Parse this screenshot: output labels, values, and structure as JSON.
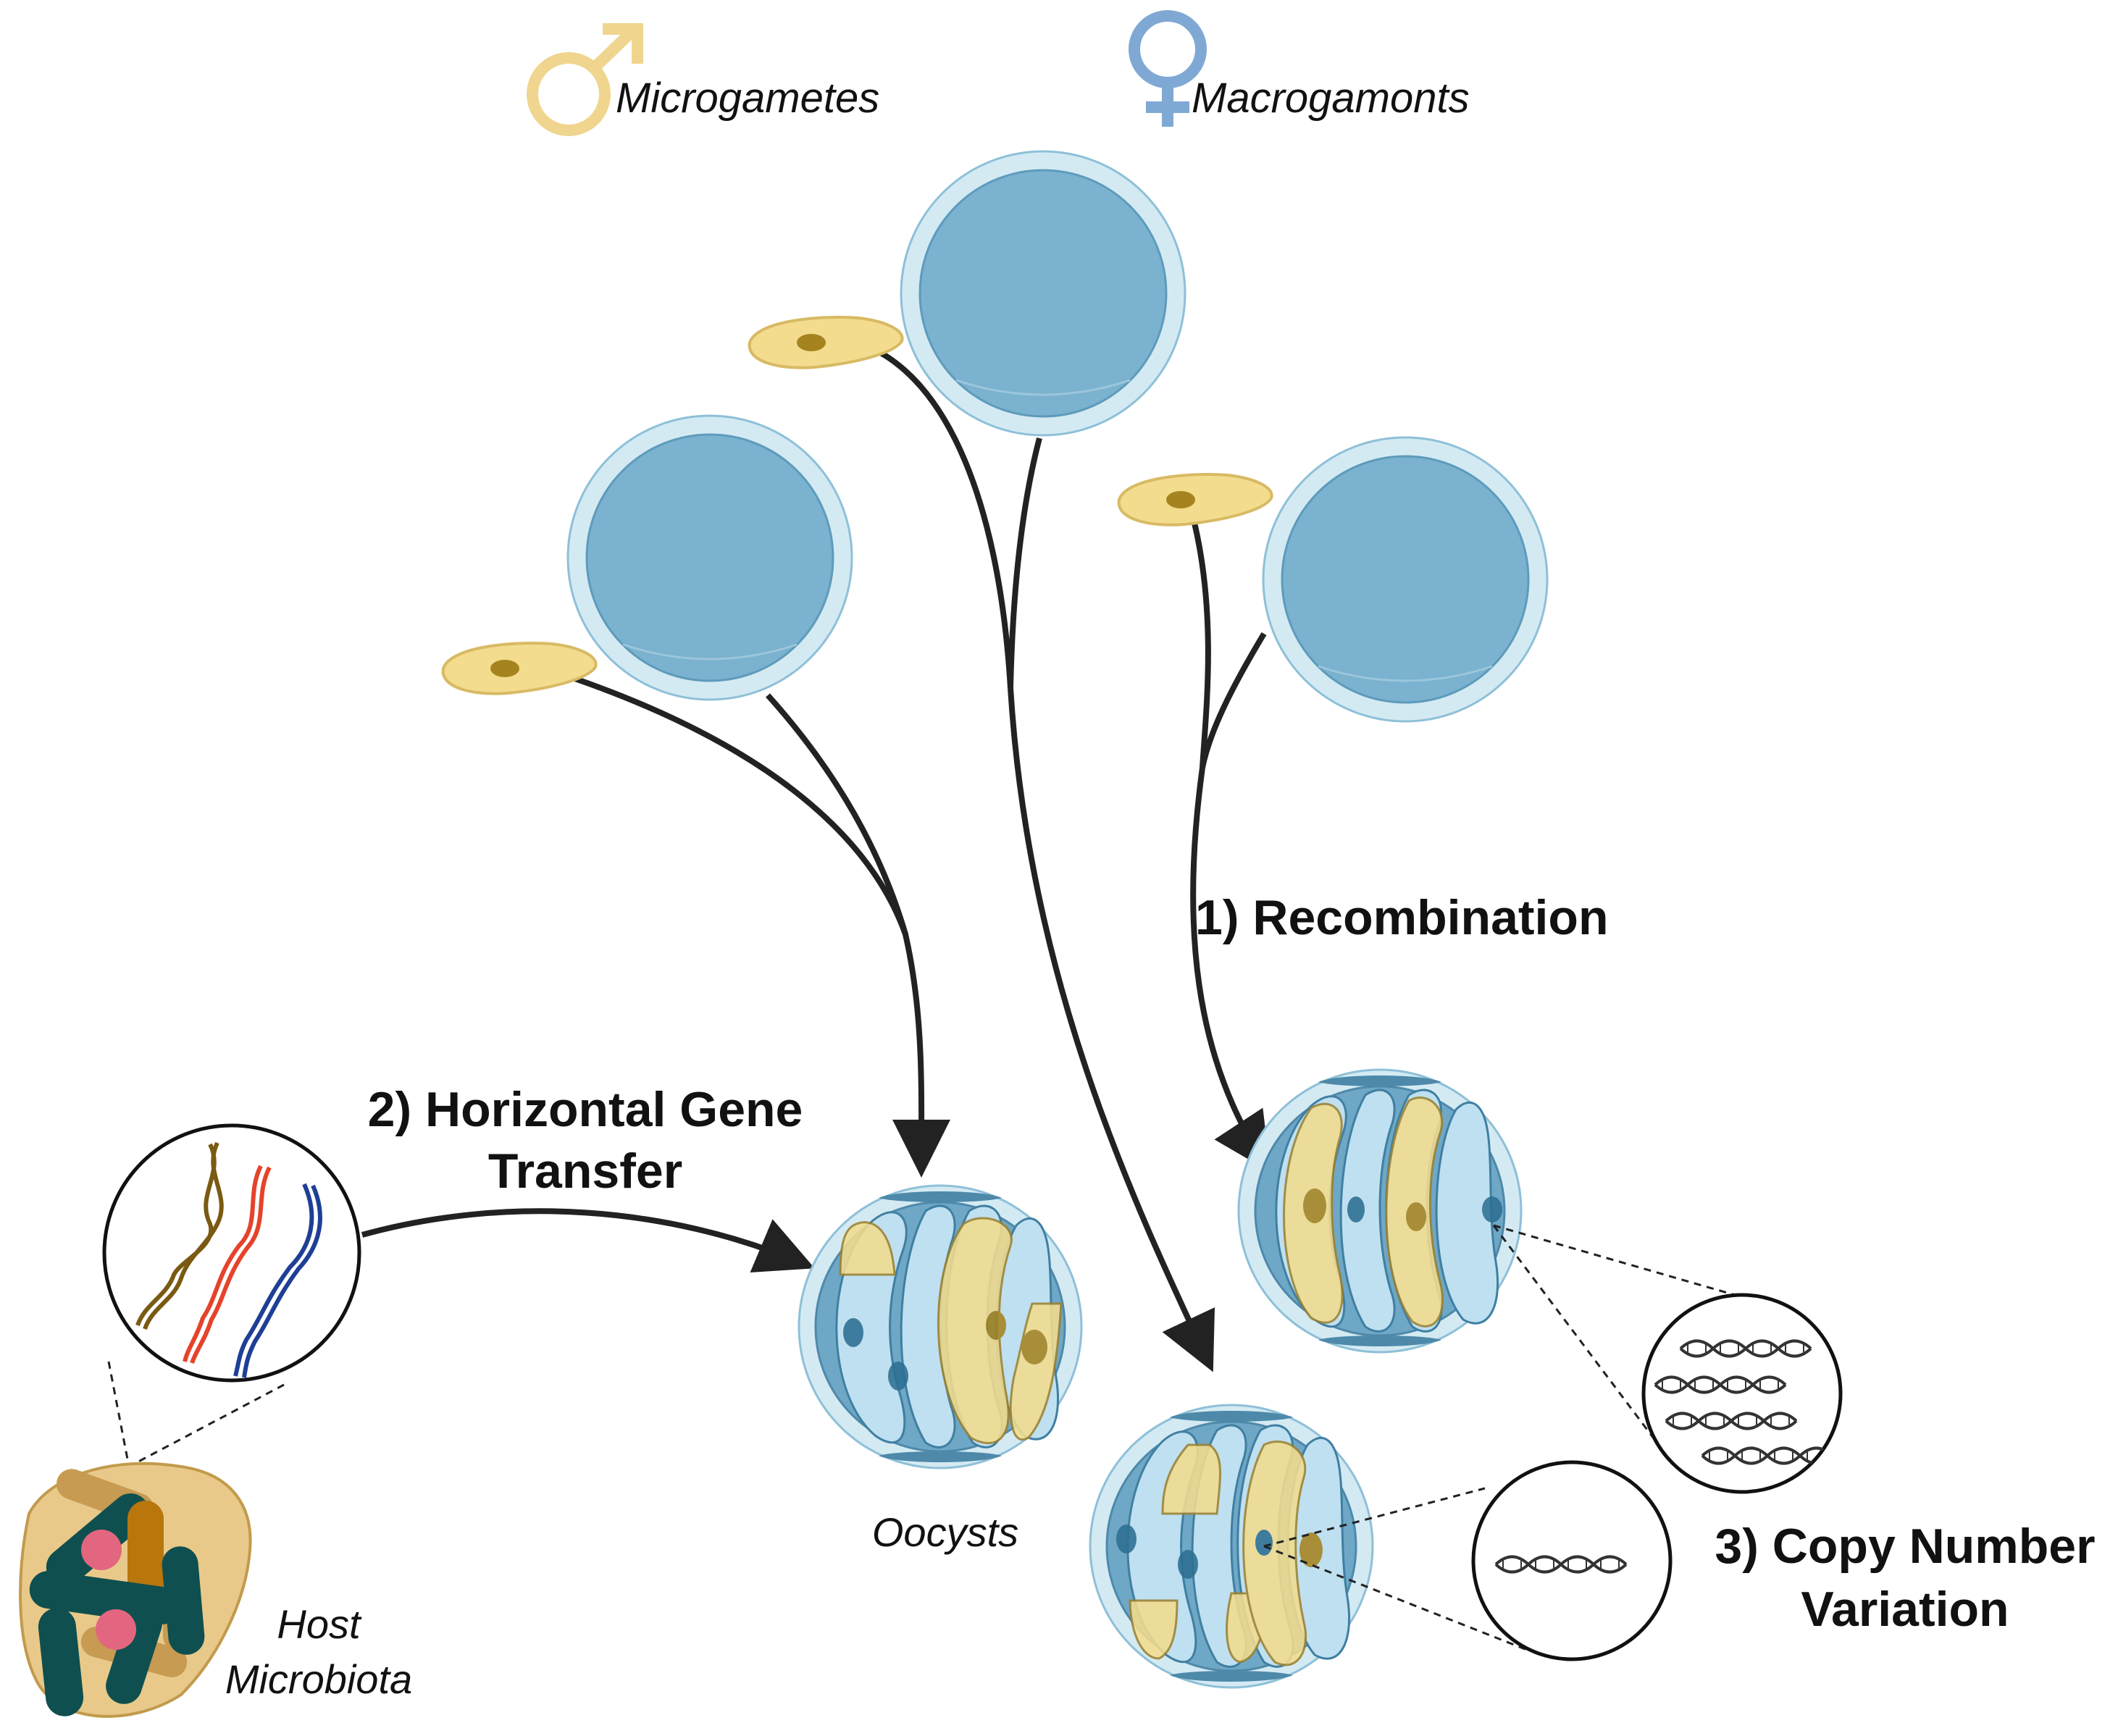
{
  "legend": {
    "male_label": "Microgametes",
    "female_label": "Macrogamonts",
    "male_icon": "male-symbol-icon",
    "female_icon": "female-symbol-icon"
  },
  "labels": {
    "recombination": "1) Recombination",
    "hgt_line1": "2) Horizontal Gene",
    "hgt_line2": "Transfer",
    "cnv_line1": "3) Copy Number",
    "cnv_line2": "Variation",
    "oocysts": "Oocysts",
    "host_line1": "Host",
    "host_line2": "Microbiota"
  },
  "colors": {
    "microgamete": "#F3DC8E",
    "macrogamont": "#7AB2CF",
    "macrogamont_rim": "#D4EAF3",
    "male_symbol": "#EFD58E",
    "female_symbol": "#7FA9D4",
    "arrow": "#222222",
    "bacteria_teal": "#0F4F4F",
    "bacteria_orange": "#B8760D",
    "bacteria_pink": "#E2667F",
    "dna_brown": "#7A5A12",
    "dna_red": "#E5432B",
    "dna_blue": "#1E3F95"
  }
}
